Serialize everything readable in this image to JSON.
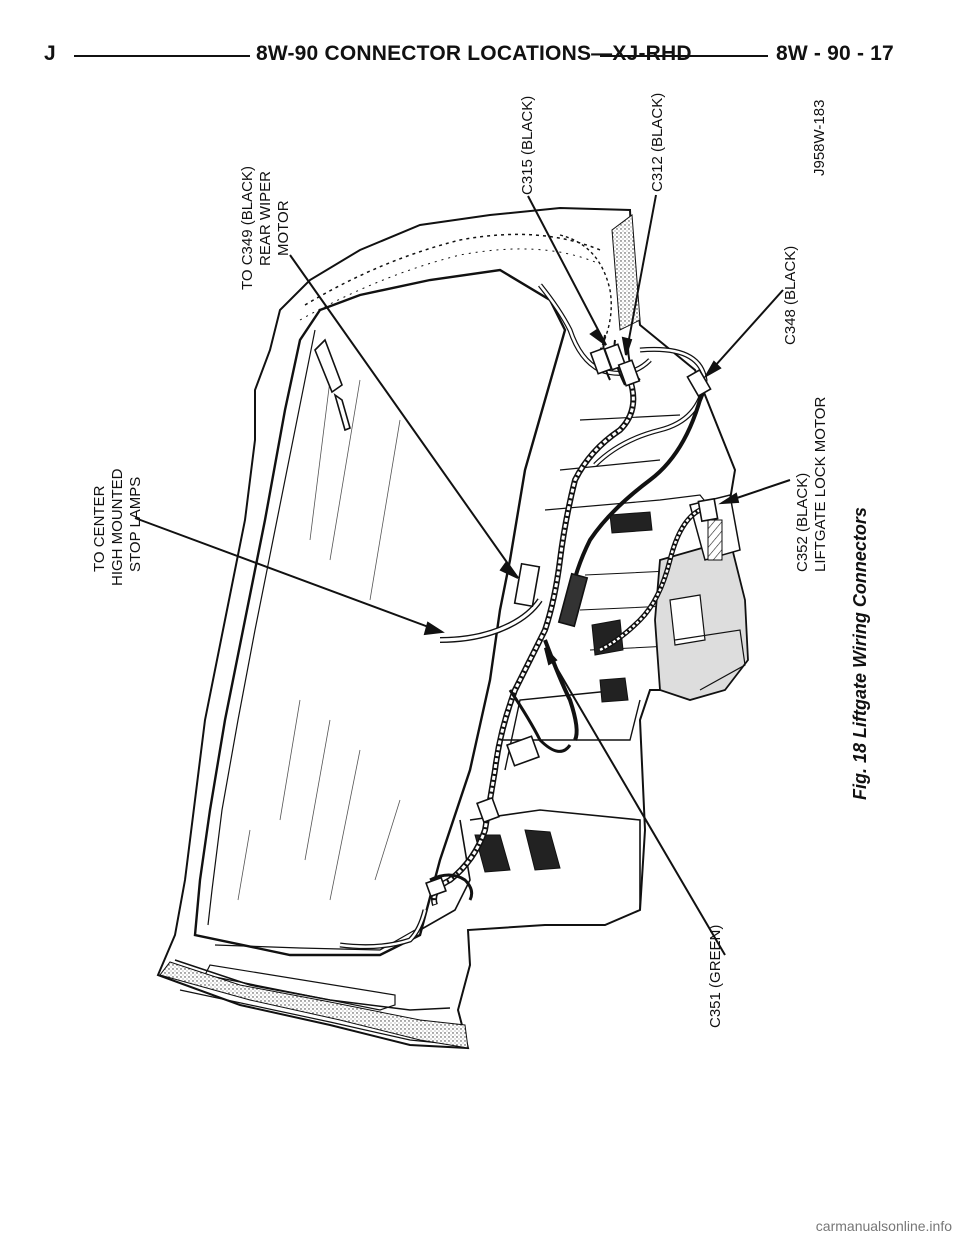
{
  "header": {
    "section_letter": "J",
    "title": "8W-90 CONNECTOR LOCATIONS—XJ-RHD",
    "page_number": "8W - 90 - 17"
  },
  "figure": {
    "caption": "Fig. 18 Liftgate Wiring Connectors",
    "image_code": "J958W-183",
    "labels": {
      "center_stop_lamps": [
        "TO CENTER",
        "HIGH MOUNTED",
        "STOP LAMPS"
      ],
      "rear_wiper": [
        "TO C349 (BLACK)",
        "REAR WIPER",
        "MOTOR"
      ],
      "c315": "C315 (BLACK)",
      "c312": "C312 (BLACK)",
      "c348": "C348 (BLACK)",
      "c352": [
        "C352 (BLACK)",
        "LIFTGATE LOCK MOTOR"
      ],
      "c351": "C351 (GREEN)"
    }
  },
  "footer": {
    "watermark": "carmanualsonline.info"
  }
}
